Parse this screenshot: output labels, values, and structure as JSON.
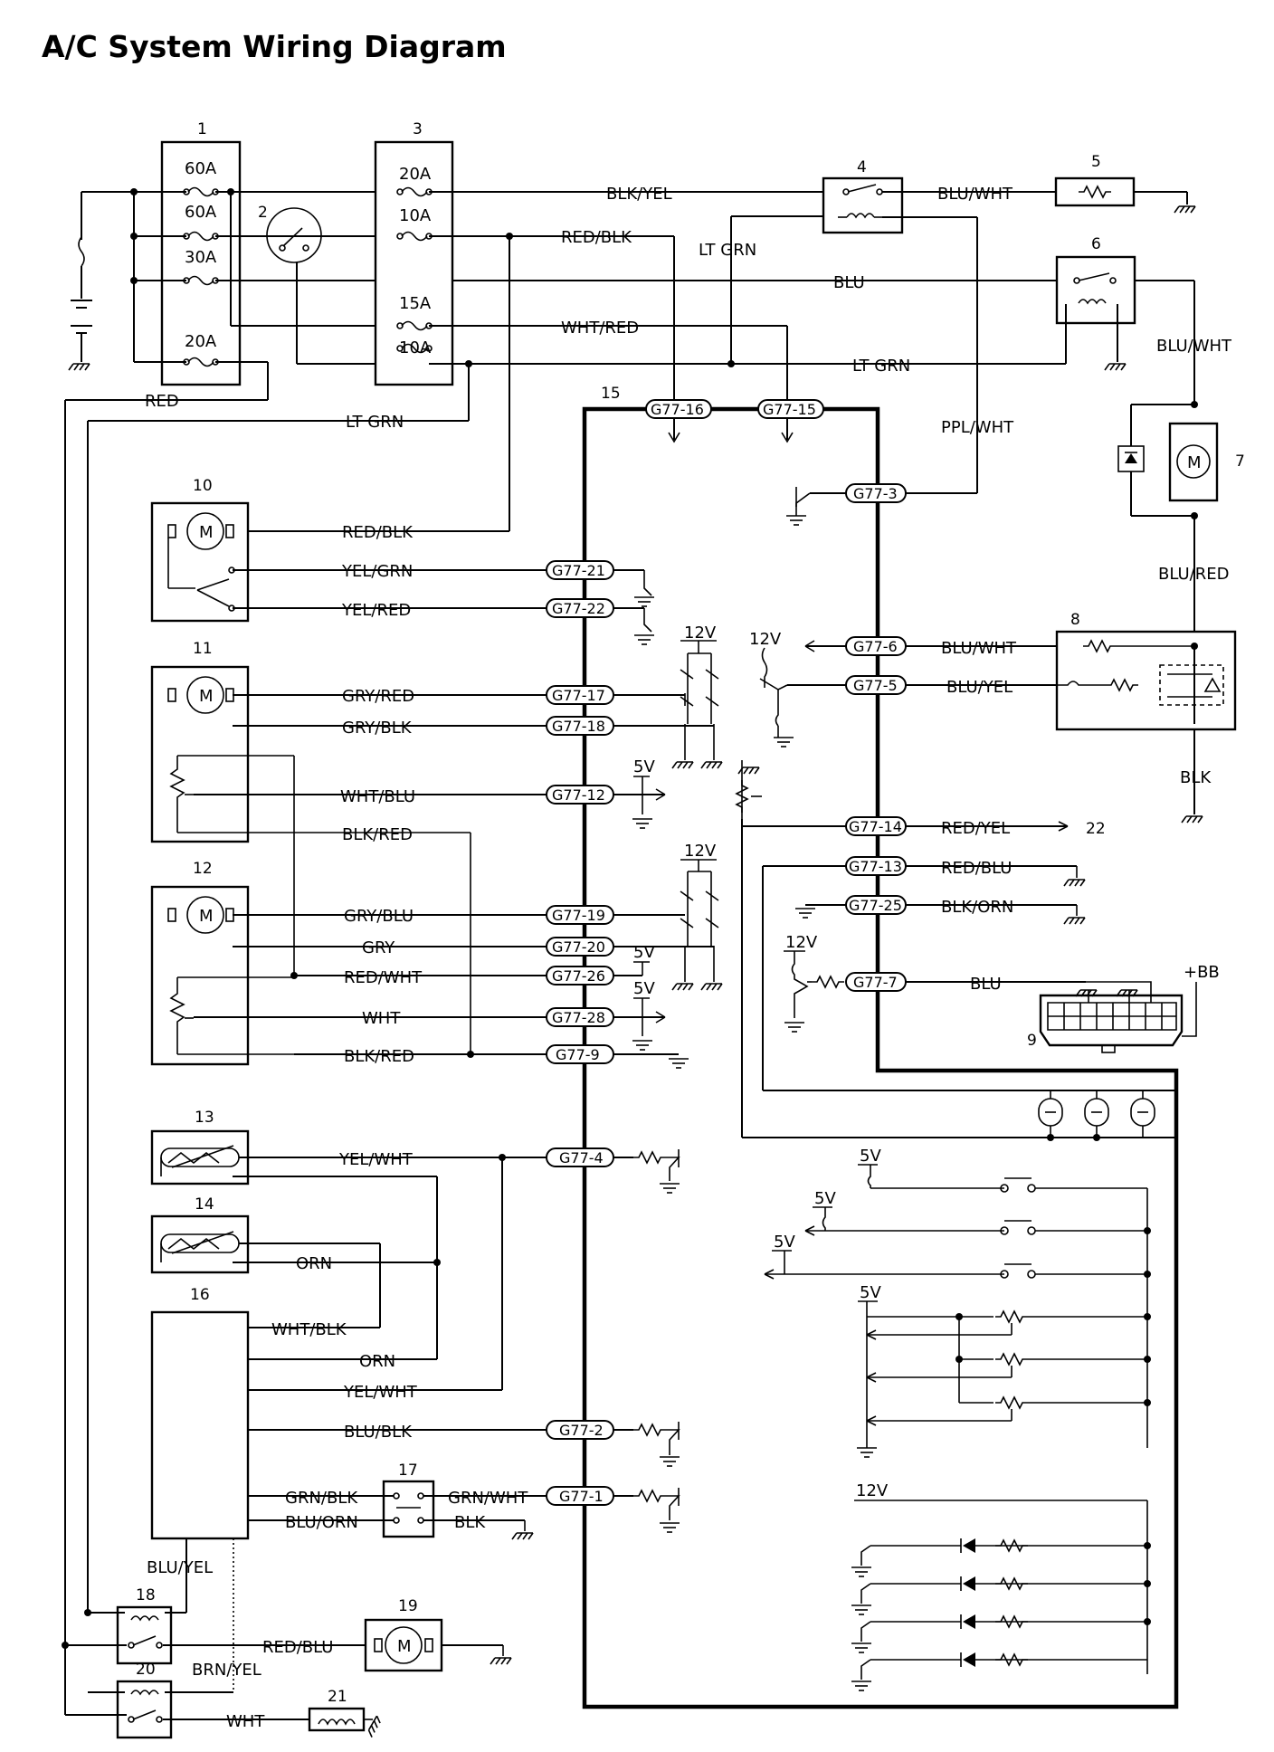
{
  "title": "A/C System Wiring Diagram",
  "component_numbers": [
    "1",
    "2",
    "3",
    "4",
    "5",
    "6",
    "7",
    "8",
    "9",
    "10",
    "11",
    "12",
    "13",
    "14",
    "15",
    "16",
    "17",
    "18",
    "19",
    "20",
    "21",
    "22"
  ],
  "fuses": {
    "box1": [
      "60A",
      "60A",
      "30A",
      "20A"
    ],
    "box3": [
      "20A",
      "10A",
      "15A",
      "10A"
    ]
  },
  "wire_labels": {
    "blk_yel": "BLK/YEL",
    "blu_wht_top": "BLU/WHT",
    "red_blk_top": "RED/BLK",
    "lt_grn_top": "LT GRN",
    "blu_top": "BLU",
    "wht_red": "WHT/RED",
    "lt_grn_mid": "LT GRN",
    "blu_wht_right": "BLU/WHT",
    "red": "RED",
    "lt_grn_low": "LT GRN",
    "ppl_wht": "PPL/WHT",
    "blu_red": "BLU/RED",
    "red_blk_10": "RED/BLK",
    "yel_grn": "YEL/GRN",
    "yel_red": "YEL/RED",
    "blu_wht_8": "BLU/WHT",
    "blu_yel_8": "BLU/YEL",
    "gry_red": "GRY/RED",
    "gry_blk": "GRY/BLK",
    "blk": "BLK",
    "wht_blu": "WHT/BLU",
    "blk_red_11": "BLK/RED",
    "red_yel": "RED/YEL",
    "red_blu": "RED/BLU",
    "blk_orn": "BLK/ORN",
    "gry_blu": "GRY/BLU",
    "gry": "GRY",
    "red_wht": "RED/WHT",
    "blu_9": "BLU",
    "plus_bb": "+BB",
    "wht": "WHT",
    "blk_red_12": "BLK/RED",
    "yel_wht_13": "YEL/WHT",
    "orn_14": "ORN",
    "wht_blk": "WHT/BLK",
    "orn_16": "ORN",
    "yel_wht_16": "YEL/WHT",
    "blu_blk": "BLU/BLK",
    "grn_blk": "GRN/BLK",
    "grn_wht": "GRN/WHT",
    "blu_orn": "BLU/ORN",
    "blk_17": "BLK",
    "blu_yel_16": "BLU/YEL",
    "red_blu_18": "RED/BLU",
    "brn_yel": "BRN/YEL",
    "wht_20": "WHT"
  },
  "pins": {
    "p16": "G77-16",
    "p15": "G77-15",
    "p3": "G77-3",
    "p21": "G77-21",
    "p22": "G77-22",
    "p6": "G77-6",
    "p5": "G77-5",
    "p17": "G77-17",
    "p18": "G77-18",
    "p12": "G77-12",
    "p14": "G77-14",
    "p13": "G77-13",
    "p25": "G77-25",
    "p19": "G77-19",
    "p20": "G77-20",
    "p26": "G77-26",
    "p7": "G77-7",
    "p28": "G77-28",
    "p9": "G77-9",
    "p4": "G77-4",
    "p2": "G77-2",
    "p1": "G77-1"
  },
  "voltages": {
    "v12a": "12V",
    "v12b": "12V",
    "v5a": "5V",
    "v12c": "12V",
    "v5b": "5V",
    "v5c": "5V",
    "v12d": "12V",
    "v5d": "5V",
    "v5e": "5V",
    "v5f": "5V",
    "v5g": "5V",
    "v12e": "12V"
  },
  "motor_symbol": "M"
}
